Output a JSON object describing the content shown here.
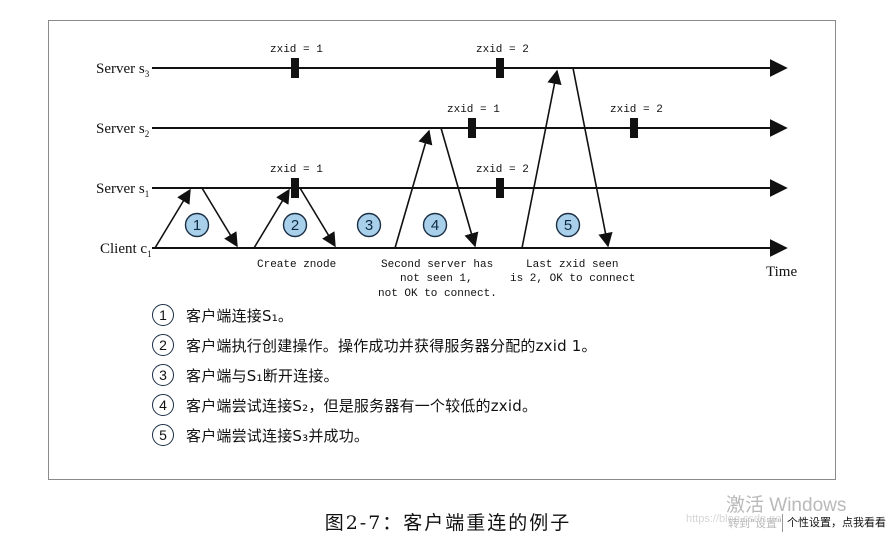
{
  "diagram": {
    "servers": [
      {
        "name": "Server s",
        "sub": "3"
      },
      {
        "name": "Server s",
        "sub": "2"
      },
      {
        "name": "Server s",
        "sub": "1"
      }
    ],
    "client": {
      "name": "Client c",
      "sub": "1"
    },
    "time_label": "Time",
    "zxid_labels": {
      "s3_a": "zxid = 1",
      "s3_b": "zxid = 2",
      "s2_a": "zxid = 1",
      "s2_b": "zxid = 2",
      "s1_a": "zxid = 1",
      "s1_b": "zxid = 2"
    },
    "annotations": {
      "create": "Create znode",
      "second_l1": "Second server has",
      "second_l2": "not seen 1,",
      "second_l3": "not OK to connect.",
      "last_l1": "Last zxid seen",
      "last_l2": "is 2, OK to connect"
    },
    "steps": [
      "1",
      "2",
      "3",
      "4",
      "5"
    ]
  },
  "legend": [
    {
      "num": "1",
      "text": "客户端连接S₁。"
    },
    {
      "num": "2",
      "text": "客户端执行创建操作。操作成功并获得服务器分配的zxid 1。"
    },
    {
      "num": "3",
      "text": "客户端与S₁断开连接。"
    },
    {
      "num": "4",
      "text": "客户端尝试连接S₂，但是服务器有一个较低的zxid。"
    },
    {
      "num": "5",
      "text": "客户端尝试连接S₃并成功。"
    }
  ],
  "caption": "图2-7：客户端重连的例子",
  "watermark": {
    "main": "激活 Windows",
    "sub": "转到\"设置\"以激活",
    "url": "https://blog.csdn.net",
    "tooltip": "个性设置，点我看看"
  }
}
